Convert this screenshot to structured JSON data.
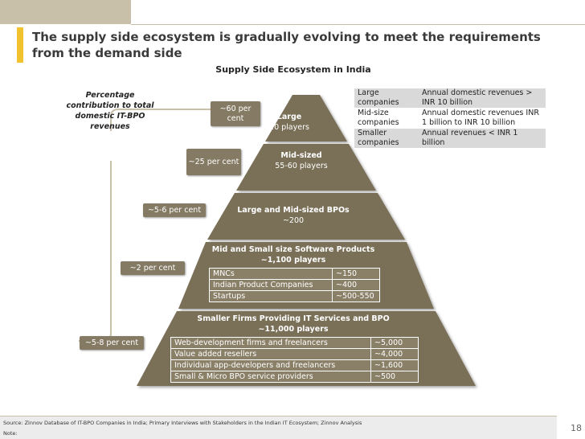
{
  "title": "The supply side ecosystem is gradually evolving to meet the requirements from the demand side",
  "subtitle": "Supply Side Ecosystem in India",
  "percent_legend": "Percentage contribution to total domestic IT-BPO revenues",
  "colors": {
    "tier_fill": "#7a6f58",
    "accent_bar": "#f2c12e",
    "header_box": "#c8c0a8",
    "pct_box": "#857a63"
  },
  "tiers": [
    {
      "name": "Large",
      "count": "20 players"
    },
    {
      "name": "Mid-sized",
      "count": "55-60 players"
    },
    {
      "name": "Large and Mid-sized BPOs",
      "count": "~200"
    },
    {
      "name": "Mid and Small size Software Products",
      "count": "~1,100 players",
      "rows": [
        [
          "MNCs",
          "~150"
        ],
        [
          "Indian Product Companies",
          "~400"
        ],
        [
          "Startups",
          "~500-550"
        ]
      ]
    },
    {
      "name": "Smaller Firms Providing IT Services and BPO",
      "count": "~11,000 players",
      "rows": [
        [
          "Web-development firms and freelancers",
          "~5,000"
        ],
        [
          "Value added resellers",
          "~4,000"
        ],
        [
          "Individual app-developers and freelancers",
          "~1,600"
        ],
        [
          "Small & Micro BPO service providers",
          "~500"
        ]
      ]
    }
  ],
  "percentages": [
    "~60 per cent",
    "~25 per cent",
    "~5-6 per cent",
    "~2 per cent",
    "~5-8 per cent"
  ],
  "size_definitions": [
    [
      "Large companies",
      "Annual domestic revenues > INR 10 billion"
    ],
    [
      "Mid-size companies",
      "Annual domestic revenues INR 1 billion to INR 10 billion"
    ],
    [
      "Smaller companies",
      "Annual revenues < INR 1 billion"
    ]
  ],
  "source": "Source: Zinnov Database of IT-BPO Companies in India; Primary Interviews with Stakeholders in the Indian IT Ecosystem; Zinnov Analysis",
  "note": "Note:",
  "page_number": "18"
}
